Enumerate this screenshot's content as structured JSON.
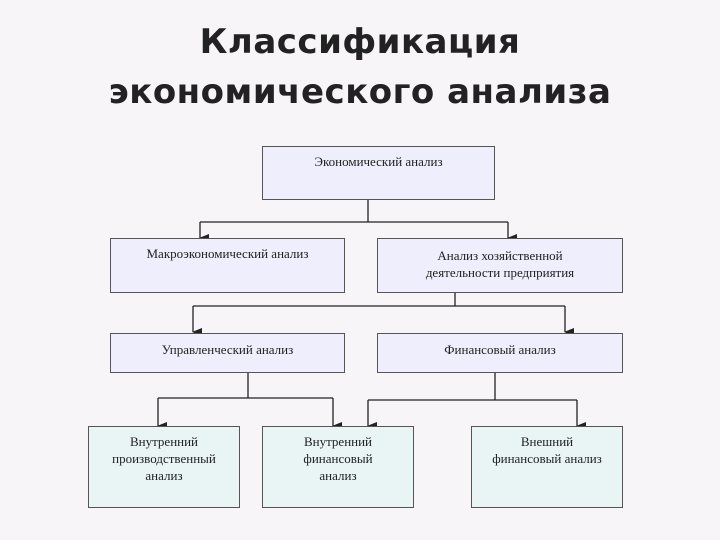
{
  "title": {
    "line1": "Классификация",
    "line2": "экономического анализа"
  },
  "nodes": {
    "root": "Экономический анализ",
    "macro": "Макроэкономический анализ",
    "enterprise": [
      "Анализ хозяйственной",
      "деятельности предприятия"
    ],
    "management": "Управленческий анализ",
    "financial": "Финансовый анализ",
    "internal_prod": [
      "Внутренний",
      "производственный",
      "анализ"
    ],
    "internal_fin": [
      "Внутренний",
      "финансовый",
      "анализ"
    ],
    "external_fin": [
      "Внешний",
      "финансовый анализ"
    ]
  },
  "colors": {
    "box_fill": "#eeeefc",
    "leaf_fill": "#e9f4f4",
    "border": "#555555",
    "connector": "#222222"
  }
}
